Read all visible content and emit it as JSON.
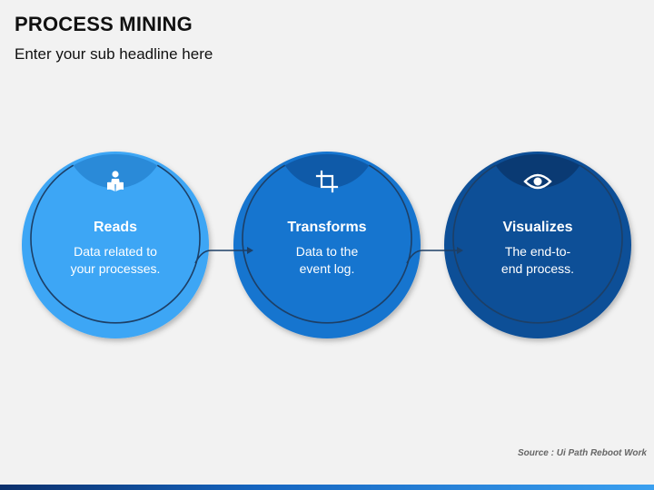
{
  "header": {
    "title": "PROCESS MINING",
    "subtitle": "Enter your sub headline here"
  },
  "steps": [
    {
      "title": "Reads",
      "description_lines": [
        "Data related to",
        "your processes."
      ],
      "icon": "reader-icon",
      "color": "#3ea6f5",
      "cap_color": "#2a8ad8"
    },
    {
      "title": "Transforms",
      "description_lines": [
        "Data to the",
        "event log."
      ],
      "icon": "crop-icon",
      "color": "#1874cf",
      "cap_color": "#0f5aa8"
    },
    {
      "title": "Visualizes",
      "description_lines": [
        "The end-to-",
        "end process."
      ],
      "icon": "eye-icon",
      "color": "#0f4f97",
      "cap_color": "#0a3a73"
    }
  ],
  "source": "Source : Ui Path Reboot Work",
  "colors": {
    "ring": "#1d3f66",
    "connector": "#1d3f66",
    "background": "#f2f2f2"
  }
}
